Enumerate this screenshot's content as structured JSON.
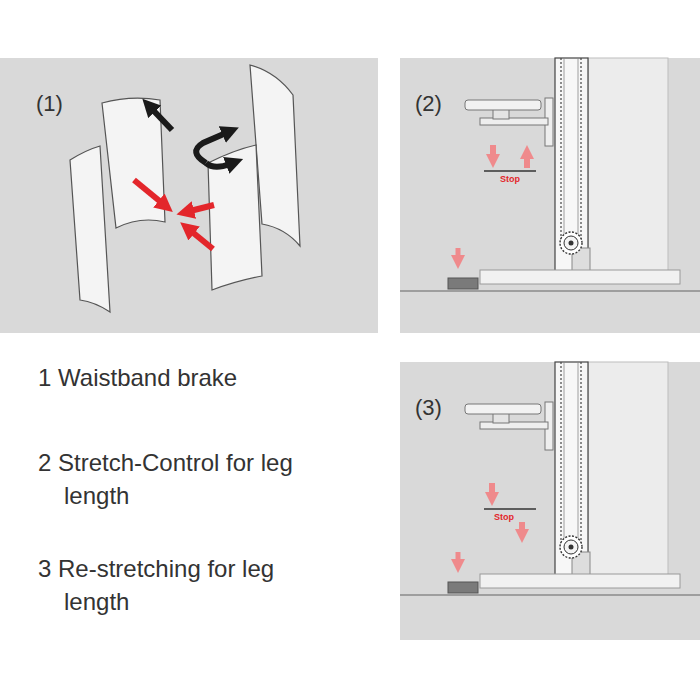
{
  "diagram": {
    "nodes": [
      {
        "text": [
          "(1)"
        ]
      },
      {
        "text": [
          "(2)"
        ]
      },
      {
        "text": [
          "(3)"
        ]
      }
    ],
    "edges": [],
    "labels": [
      "1 Waistband brake",
      "2 Stretch-Control for leg length",
      "3 Re-stretching for leg length",
      "Stop",
      "Stop"
    ]
  }
}
